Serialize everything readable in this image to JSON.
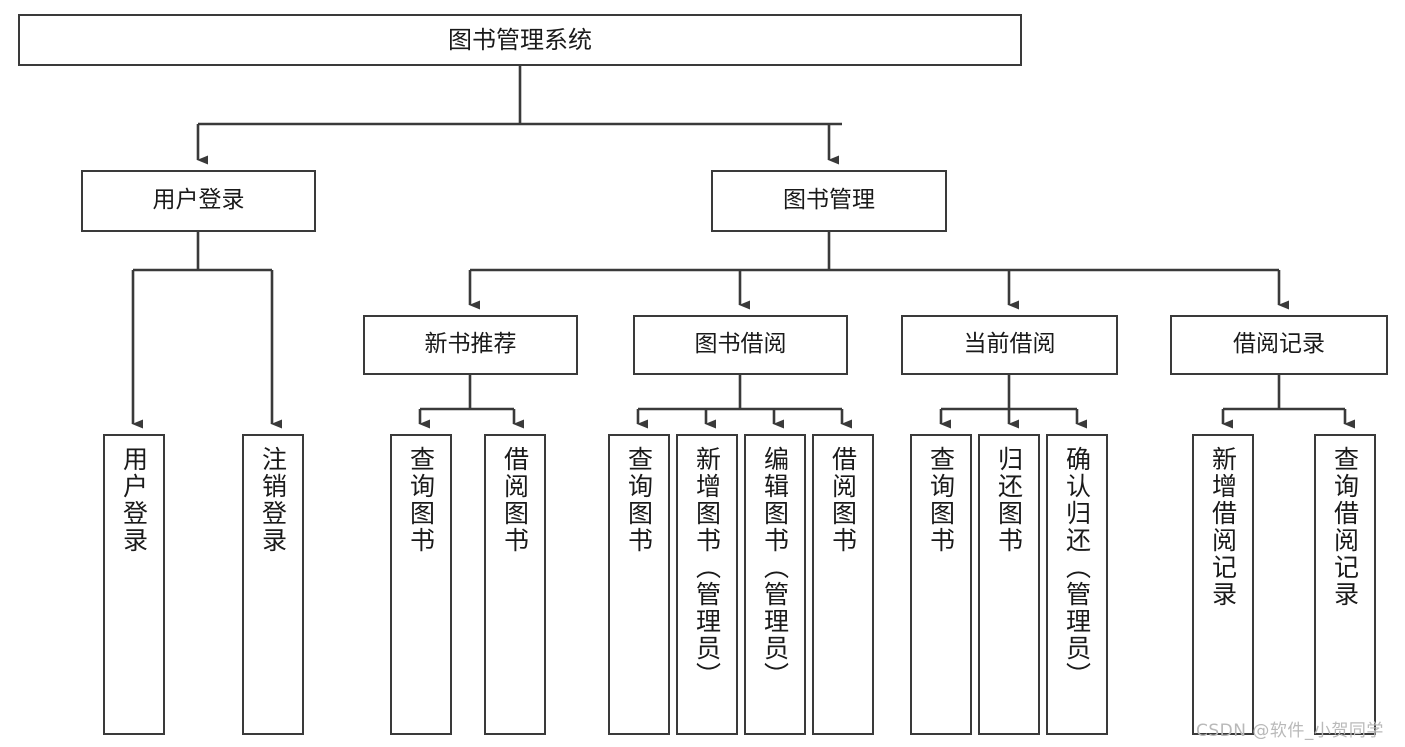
{
  "diagram": {
    "type": "tree",
    "title": "图书管理系统",
    "background_color": "#ffffff",
    "line_color": "#3a3a3a",
    "text_color": "#1a1a1a"
  },
  "nodes": {
    "root": {
      "label": "图书管理系统"
    },
    "level2": [
      {
        "label": "用户登录"
      },
      {
        "label": "图书管理"
      }
    ],
    "level3": [
      {
        "label": "新书推荐"
      },
      {
        "label": "图书借阅"
      },
      {
        "label": "当前借阅"
      },
      {
        "label": "借阅记录"
      }
    ],
    "leaves_user_login": [
      {
        "label": "用户登录"
      },
      {
        "label": "注销登录"
      }
    ],
    "leaves_new_book": [
      {
        "label": "查询图书"
      },
      {
        "label": "借阅图书"
      }
    ],
    "leaves_borrow": [
      {
        "label": "查询图书"
      },
      {
        "label": "新增图书（管理员）"
      },
      {
        "label": "编辑图书（管理员）"
      },
      {
        "label": "借阅图书"
      }
    ],
    "leaves_current": [
      {
        "label": "查询图书"
      },
      {
        "label": "归还图书"
      },
      {
        "label": "确认归还（管理员）"
      }
    ],
    "leaves_record": [
      {
        "label": "新增借阅记录"
      },
      {
        "label": "查询借阅记录"
      }
    ]
  },
  "watermark": {
    "text": "CSDN @软件_小贺同学"
  }
}
